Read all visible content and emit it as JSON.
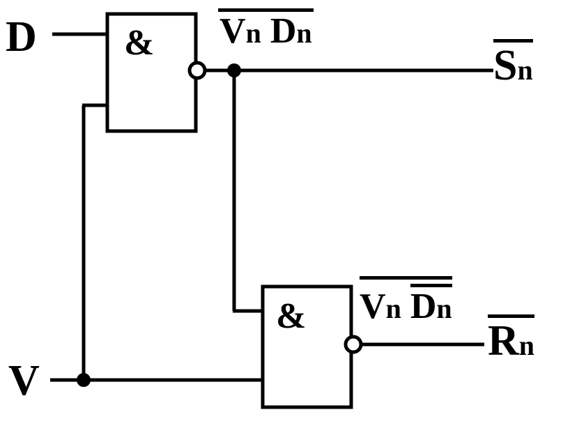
{
  "inputs": {
    "d": "D",
    "v": "V"
  },
  "gates": {
    "top": {
      "symbol": "&"
    },
    "bottom": {
      "symbol": "&"
    }
  },
  "top_gate_output": {
    "v": "V",
    "n1": "n",
    "d": "D",
    "n2": "n"
  },
  "bottom_gate_output": {
    "v": "V",
    "n1": "n",
    "d": "D",
    "n2": "n"
  },
  "outputs": {
    "s": {
      "letter": "S",
      "sub": "n"
    },
    "r": {
      "letter": "R",
      "sub": "n"
    }
  },
  "colors": {
    "ink": "#000000",
    "background": "#ffffff"
  }
}
